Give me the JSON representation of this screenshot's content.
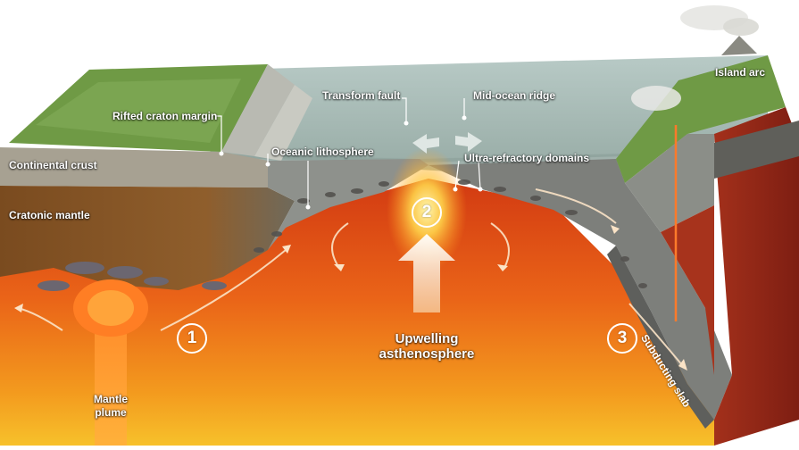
{
  "labels": {
    "island_arc": "Island arc",
    "rifted_craton_margin": "Rifted craton margin",
    "transform_fault": "Transform fault",
    "mid_ocean_ridge": "Mid-ocean ridge",
    "oceanic_lithosphere": "Oceanic lithosphere",
    "ultra_refractory_domains": "Ultra-refractory domains",
    "continental_crust": "Continental crust",
    "cratonic_mantle": "Cratonic mantle",
    "upwelling_asthenosphere_line1": "Upwelling",
    "upwelling_asthenosphere_line2": "asthenosphere",
    "subducting_slab": "Subducting slab",
    "mantle_plume_line1": "Mantle",
    "mantle_plume_line2": "plume"
  },
  "markers": {
    "one": "1",
    "two": "2",
    "three": "3"
  },
  "colors": {
    "sea": "#a9bcb6",
    "grass": "#6f9a45",
    "crust": "#a7a192",
    "cratonic_mantle": "#8a5a2a",
    "mantle_hot": "#e8501a",
    "mantle_warm": "#f5a21c",
    "lithosphere": "#8e918c",
    "slab": "#6f706d",
    "sky": "#ffffff"
  }
}
